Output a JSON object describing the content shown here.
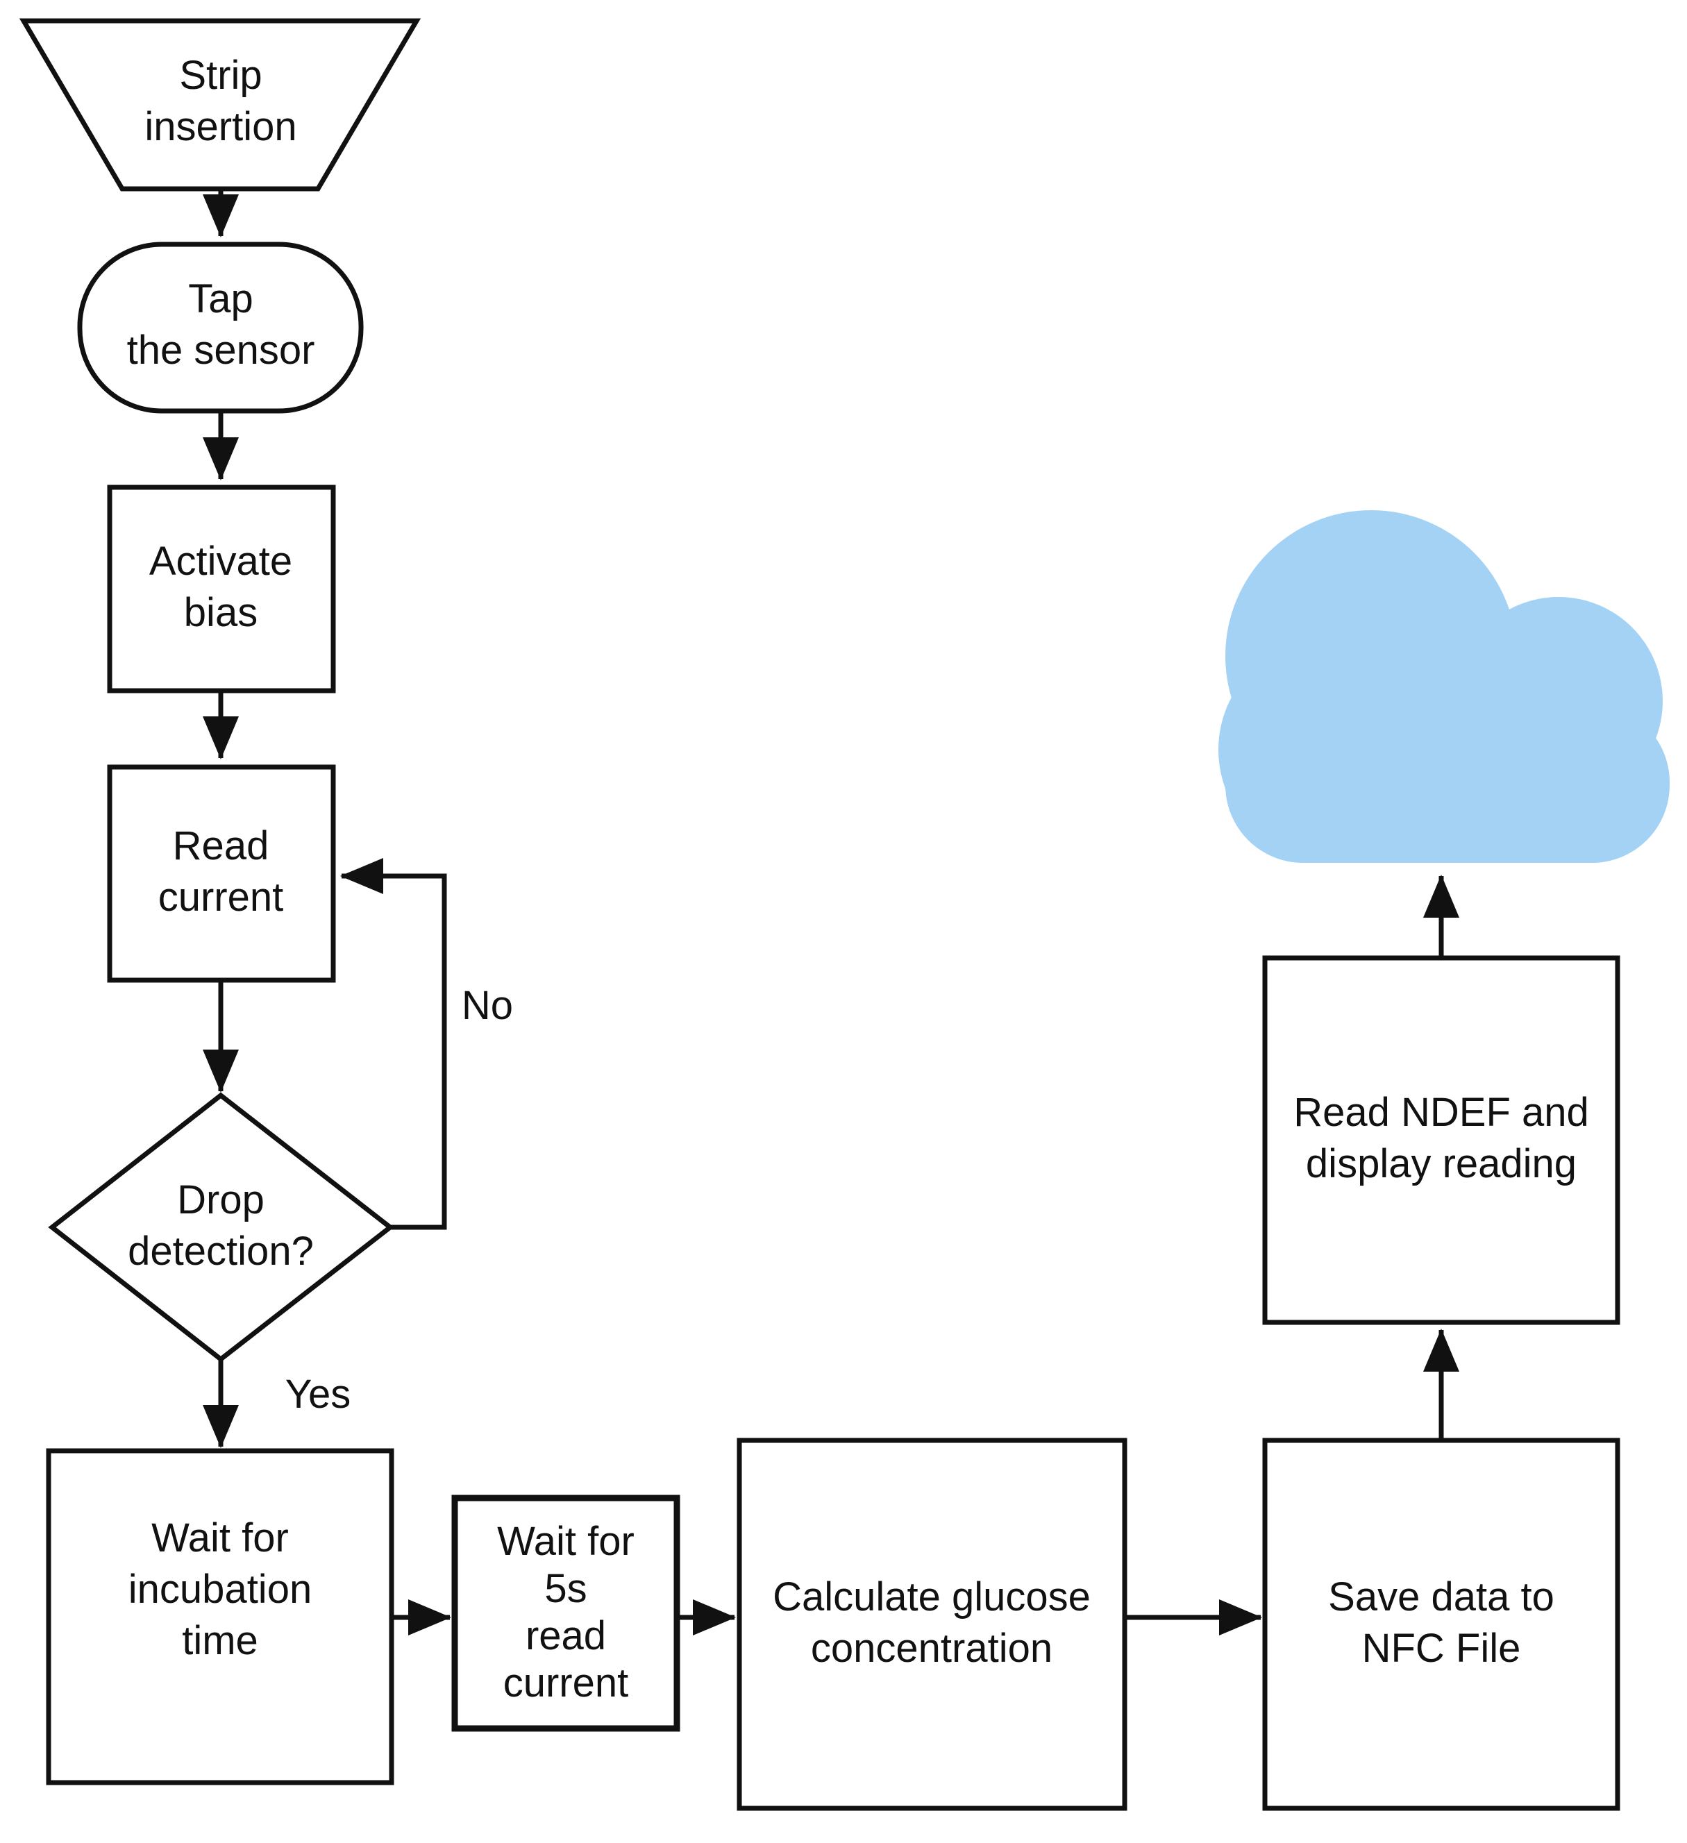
{
  "diagram": {
    "type": "flowchart",
    "background": "#ffffff",
    "colors": {
      "stroke": "#111111",
      "text": "#111111",
      "cloud_fill": "#A3D2F5"
    },
    "nodes": {
      "strip_insertion": {
        "shape": "trapezoid-manual-input",
        "lines": [
          "Strip",
          "insertion"
        ]
      },
      "tap_sensor": {
        "shape": "rounded-terminator",
        "lines": [
          "Tap",
          "the sensor"
        ]
      },
      "activate_bias": {
        "shape": "process",
        "lines": [
          "Activate",
          "bias"
        ]
      },
      "read_current": {
        "shape": "process",
        "lines": [
          "Read",
          "current"
        ]
      },
      "drop_detection": {
        "shape": "decision-diamond",
        "lines": [
          "Drop",
          "detection?"
        ]
      },
      "wait_incubation": {
        "shape": "process",
        "lines": [
          "Wait for",
          "incubation",
          "time"
        ]
      },
      "wait_5s": {
        "shape": "process",
        "lines": [
          "Wait for",
          "5s",
          "read",
          "current"
        ]
      },
      "calculate_glucose": {
        "shape": "process",
        "lines": [
          "Calculate glucose",
          "concentration"
        ]
      },
      "save_nfc": {
        "shape": "process",
        "lines": [
          "Save data to",
          "NFC File"
        ]
      },
      "read_ndef": {
        "shape": "process",
        "lines": [
          "Read NDEF and",
          "display reading"
        ]
      },
      "cloud": {
        "shape": "cloud",
        "icon": "cloud-icon"
      }
    },
    "edge_labels": {
      "no": "No",
      "yes": "Yes"
    }
  }
}
